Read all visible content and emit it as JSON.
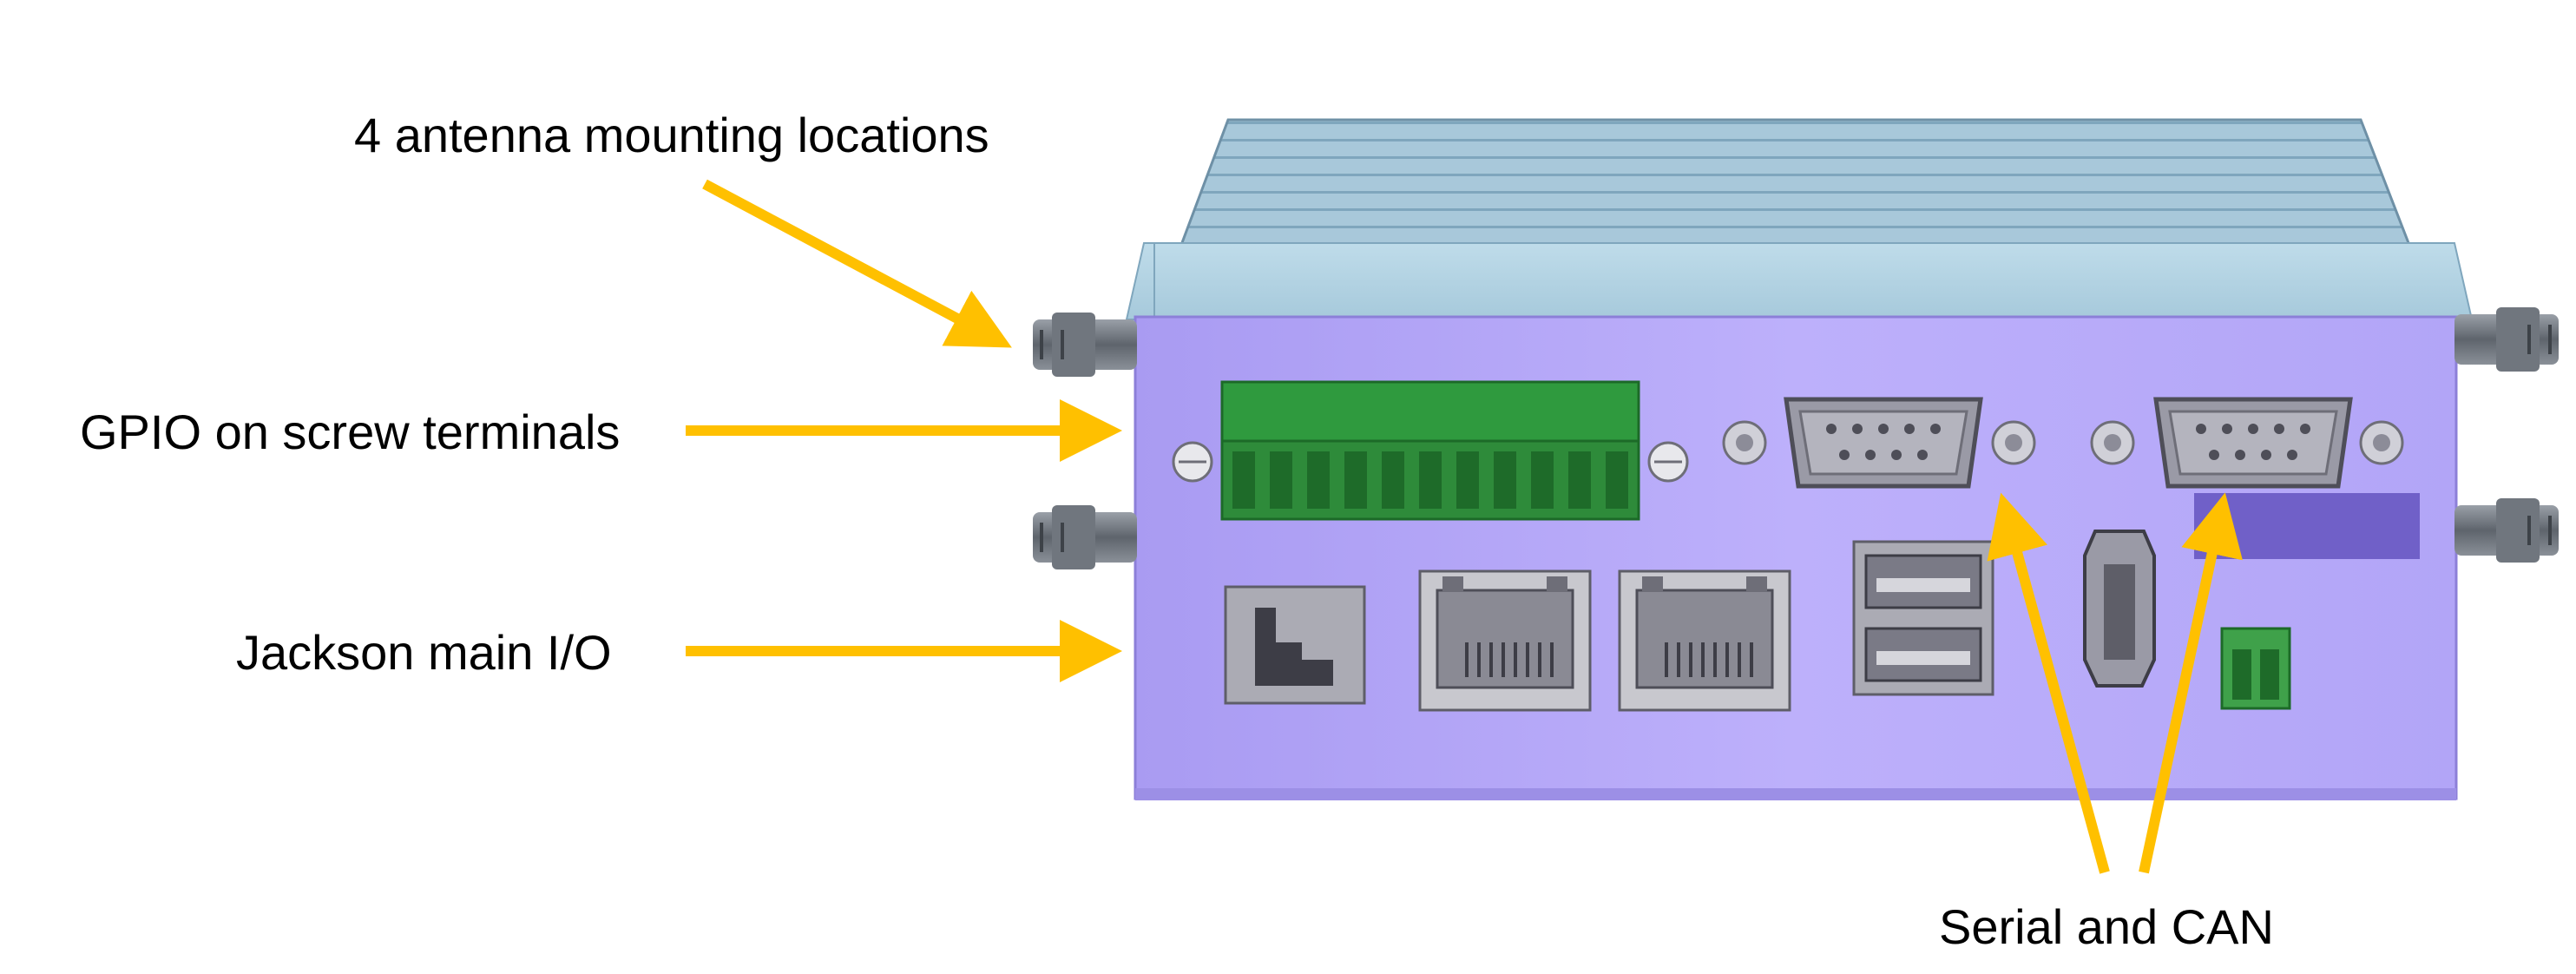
{
  "annotations": {
    "antenna": "4 antenna mounting locations",
    "gpio": "GPIO on screw terminals",
    "jackson": "Jackson main I/O",
    "serial_can": "Serial and CAN"
  },
  "colors": {
    "arrow": "#FFC000",
    "chassis_front": "#B7A9FA",
    "chassis_top": "#ABCFE0",
    "terminal_green": "#2E8B3A",
    "can_label_patch": "#7060C8",
    "connector_gray": "#8C8C98"
  }
}
